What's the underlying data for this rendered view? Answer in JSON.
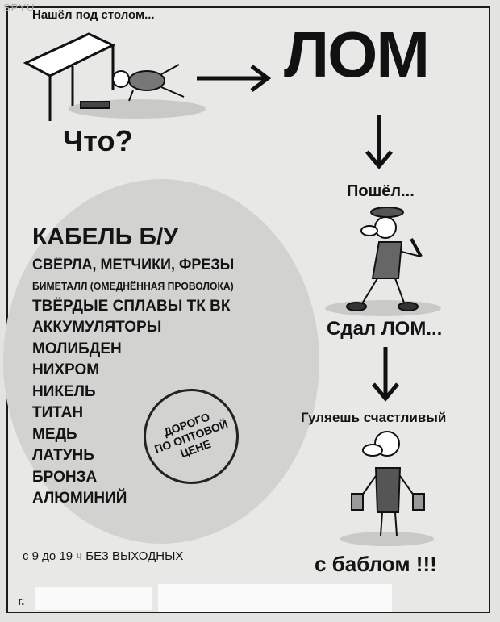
{
  "watermark": "SPYU",
  "top_caption": "Нашёл под столом...",
  "question": "Что?",
  "lom_title": "ЛОМ",
  "steps": {
    "went": "Пошёл...",
    "sold": "Сдал ЛОМ...",
    "walking": "Гуляешь счастливый",
    "with_cash": "с баблом !!!"
  },
  "list": {
    "heading": "КАБЕЛЬ Б/У",
    "items": [
      "СВЁРЛА, МЕТЧИКИ, ФРЕЗЫ",
      "БИМЕТАЛЛ (ОМЕДНЁННАЯ ПРОВОЛОКА)",
      "ТВЁРДЫЕ СПЛАВЫ ТК ВК",
      "АККУМУЛЯТОРЫ",
      "МОЛИБДЕН",
      "НИХРОМ",
      "НИКЕЛЬ",
      "ТИТАН",
      "МЕДЬ",
      "ЛАТУНЬ",
      "БРОНЗА",
      "АЛЮМИНИЙ"
    ]
  },
  "stamp": {
    "line1": "ДОРОГО",
    "line2": "ПО ОПТОВОЙ",
    "line3": "ЦЕНЕ"
  },
  "hours": "с 9 до 19 ч БЕЗ ВЫХОДНЫХ",
  "city_prefix": "г."
}
